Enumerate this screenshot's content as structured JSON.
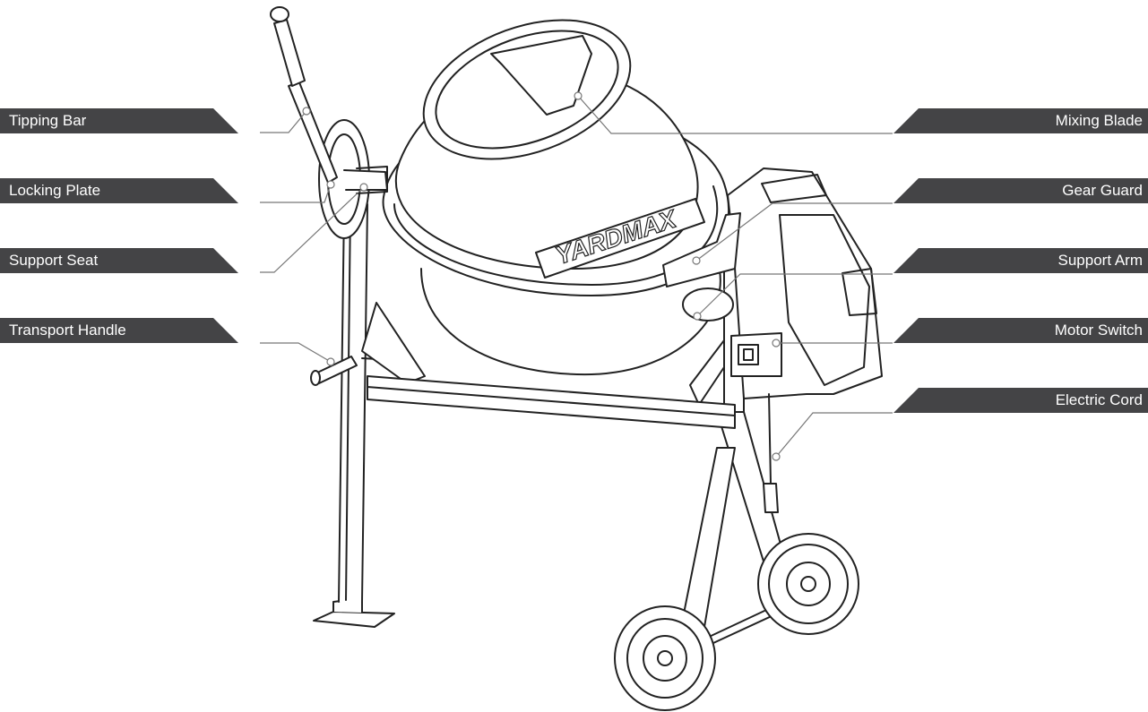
{
  "labels": {
    "left": [
      "Tipping Bar",
      "Locking Plate",
      "Support Seat",
      "Transport Handle"
    ],
    "right": [
      "Mixing  Blade",
      "Gear Guard",
      "Support Arm",
      "Motor Switch",
      "Electric Cord"
    ]
  },
  "drum_brand": "YARDMAX",
  "colors": {
    "label_bg": "#444446",
    "line": "#222222",
    "leader": "#777777"
  }
}
